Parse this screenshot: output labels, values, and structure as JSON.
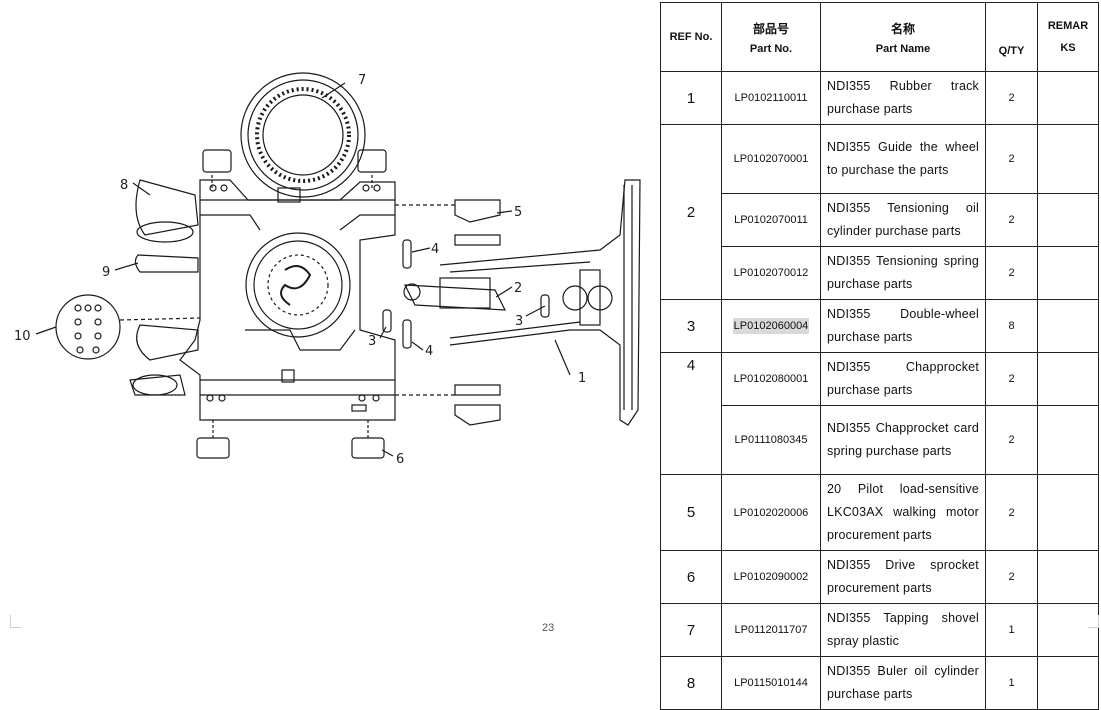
{
  "table": {
    "headers": {
      "ref": "REF No.",
      "part_no_cn": "部品号",
      "part_no": "Part No.",
      "name_cn": "名称",
      "name": "Part Name",
      "qty": "Q/TY",
      "remarks_1": "REMAR",
      "remarks_2": "KS"
    },
    "rows": [
      {
        "ref": "1",
        "part_no": "LP0102110011",
        "name": "NDI355 Rubber track purchase parts",
        "qty": "2",
        "remarks": ""
      },
      {
        "ref": "2",
        "part_no": "LP0102070001",
        "name": "NDI355 Guide the wheel to purchase the parts",
        "qty": "2",
        "remarks": ""
      },
      {
        "ref": "",
        "part_no": "LP0102070011",
        "name": "NDI355 Tensioning oil cylinder purchase parts",
        "qty": "2",
        "remarks": ""
      },
      {
        "ref": "",
        "part_no": "LP0102070012",
        "name": "NDI355 Tensioning spring purchase parts",
        "qty": "2",
        "remarks": ""
      },
      {
        "ref": "3",
        "part_no": "LP0102060004",
        "name": "NDI355 Double-wheel purchase parts",
        "qty": "8",
        "remarks": ""
      },
      {
        "ref": "4",
        "part_no": "LP0102080001",
        "name": "NDI355 Chapprocket purchase parts",
        "qty": "2",
        "remarks": ""
      },
      {
        "ref": "",
        "part_no": "LP0111080345",
        "name": "NDI355 Chapprocket card spring purchase parts",
        "qty": "2",
        "remarks": ""
      },
      {
        "ref": "5",
        "part_no": "LP0102020006",
        "name": "20 Pilot load-sensitive LKC03AX walking motor procurement parts",
        "qty": "2",
        "remarks": ""
      },
      {
        "ref": "6",
        "part_no": "LP0102090002",
        "name": "NDI355 Drive sprocket procurement parts",
        "qty": "2",
        "remarks": ""
      },
      {
        "ref": "7",
        "part_no": "LP0112011707",
        "name": "NDI355 Tapping shovel spray plastic",
        "qty": "1",
        "remarks": ""
      },
      {
        "ref": "8",
        "part_no": "LP0115010144",
        "name": "NDI355 Buler oil cylinder purchase parts",
        "qty": "1",
        "remarks": ""
      }
    ]
  },
  "drawing": {
    "callouts": [
      "1",
      "2",
      "3",
      "3",
      "4",
      "4",
      "5",
      "6",
      "7",
      "8",
      "9",
      "10"
    ]
  },
  "page_number": "23"
}
